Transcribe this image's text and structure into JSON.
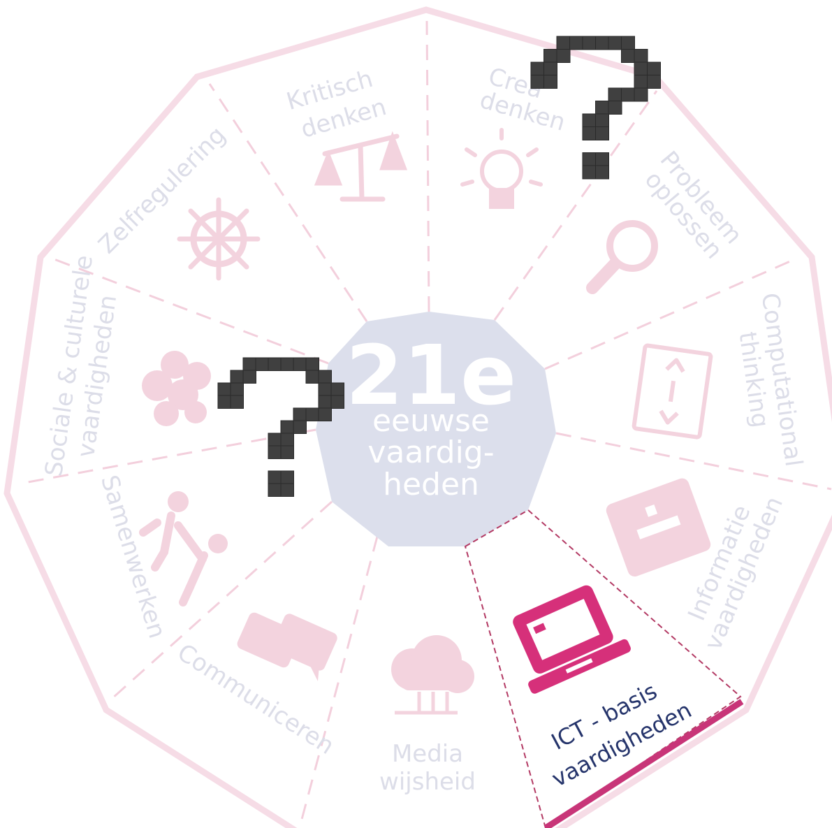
{
  "hub": {
    "big": "21e",
    "line1": "eeuwse",
    "line2": "vaardig-",
    "line3": "heden"
  },
  "segments": [
    {
      "id": "kritisch",
      "line1": "Kritisch",
      "line2": "denken",
      "icon": "scales-icon"
    },
    {
      "id": "creatief",
      "line1": "Crea",
      "line2": "denken",
      "icon": "lightbulb-icon"
    },
    {
      "id": "probleem",
      "line1": "Probleem",
      "line2": "oplossen",
      "icon": "magnifier-icon"
    },
    {
      "id": "computational",
      "line1": "Computational",
      "line2": "thinking",
      "icon": "code-window-icon"
    },
    {
      "id": "informatie",
      "line1": "Informatie",
      "line2": "vaardigheden",
      "icon": "info-icon"
    },
    {
      "id": "ict",
      "line1": "ICT - basis",
      "line2": "vaardigheden",
      "icon": "laptop-icon",
      "active": true
    },
    {
      "id": "media",
      "line1": "Media",
      "line2": "wijsheid",
      "icon": "cloud-like-icon"
    },
    {
      "id": "communiceren",
      "line1": "Communiceren",
      "line2": "",
      "icon": "speech-bubbles-icon"
    },
    {
      "id": "samenwerken",
      "line1": "Samenwerken",
      "line2": "",
      "icon": "people-icon"
    },
    {
      "id": "sociale",
      "line1": "Sociale & culturele",
      "line2": "vaardigheden",
      "icon": "group-icon"
    },
    {
      "id": "zelfregulering",
      "line1": "Zelfregulering",
      "line2": "",
      "icon": "ship-wheel-icon"
    }
  ],
  "colors": {
    "outline": "#f6dce6",
    "divider": "#f3cfdc",
    "hub": "#dcdfec",
    "faded_text": "#dcdde8",
    "faded_icon": "#f3d3de",
    "active_icon": "#d6307a",
    "active_text": "#25346b",
    "active_edge": "#c83578",
    "question_mark": "#404040"
  },
  "overlays": [
    "question-mark-icon",
    "question-mark-icon"
  ]
}
